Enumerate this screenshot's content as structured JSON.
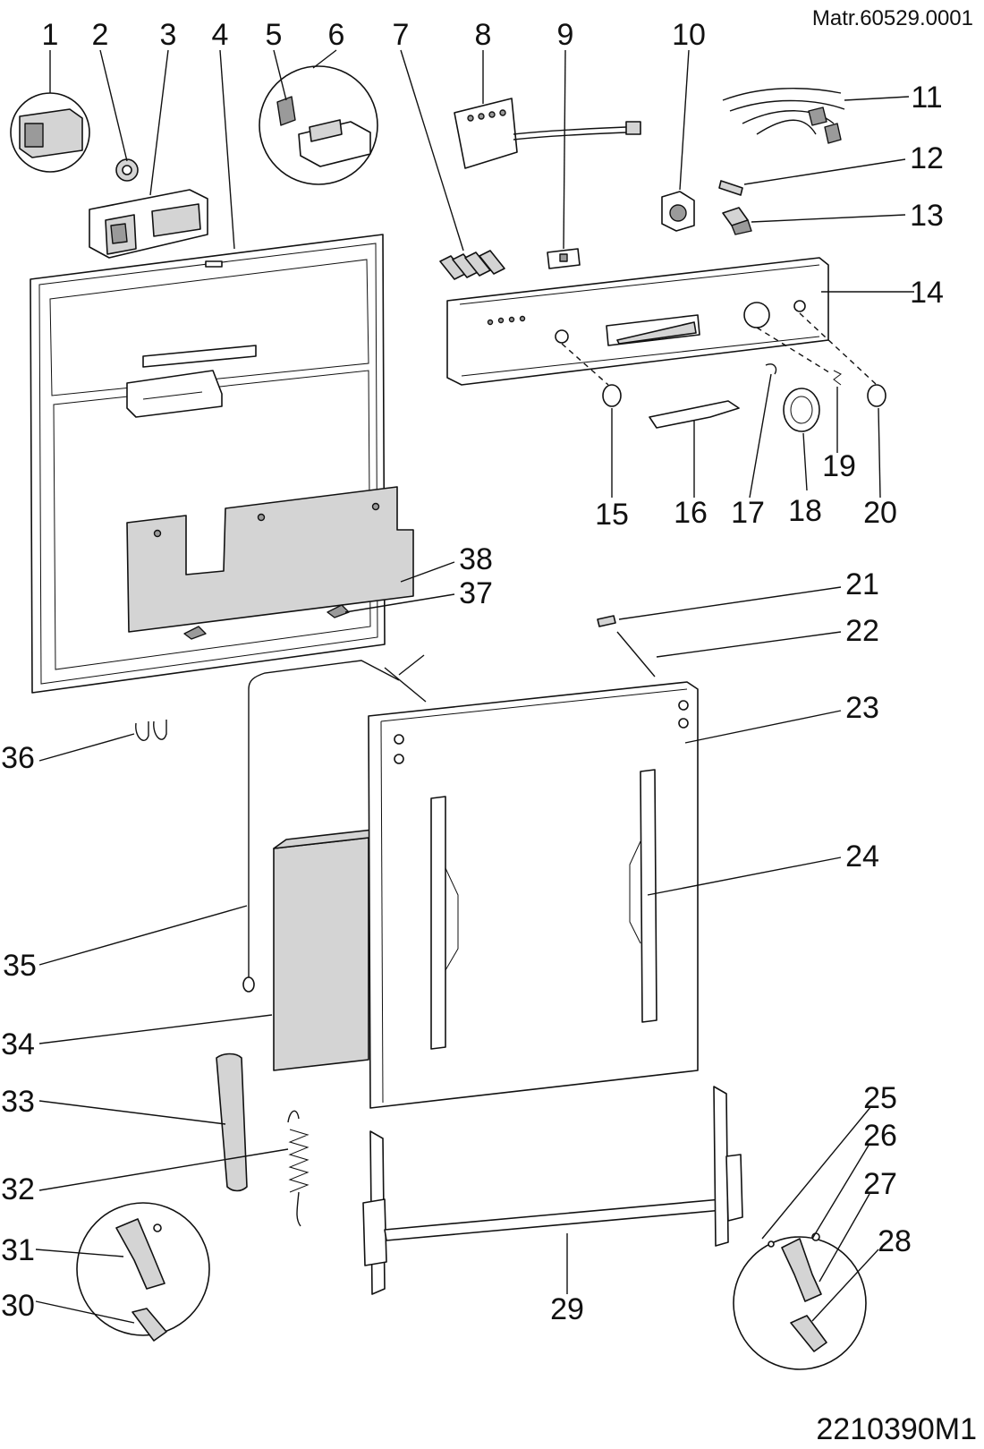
{
  "header": {
    "matr_code": "Matr.60529.0001"
  },
  "footer": {
    "drawing_code": "2210390M1"
  },
  "callouts": [
    "1",
    "2",
    "3",
    "4",
    "5",
    "6",
    "7",
    "8",
    "9",
    "10",
    "11",
    "12",
    "13",
    "14",
    "15",
    "16",
    "17",
    "18",
    "19",
    "20",
    "21",
    "22",
    "23",
    "24",
    "25",
    "26",
    "27",
    "28",
    "29",
    "30",
    "31",
    "32",
    "33",
    "34",
    "35",
    "36",
    "37",
    "38"
  ]
}
